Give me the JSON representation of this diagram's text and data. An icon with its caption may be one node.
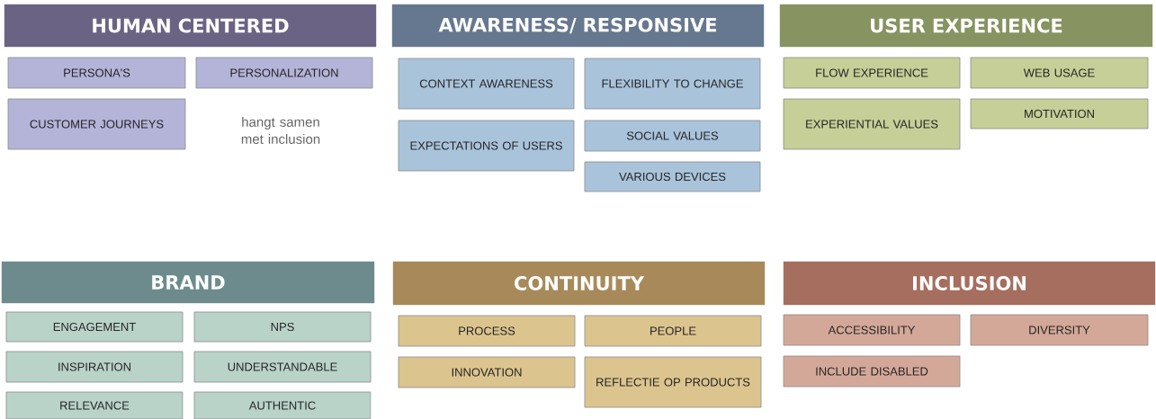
{
  "diagram": {
    "nodes": [
      {
        "text": [
          "HUMAN CENTERED"
        ]
      },
      {
        "text": [
          "PERSONA'S"
        ]
      },
      {
        "text": [
          "PERSONALIZATION"
        ]
      },
      {
        "text": [
          "CUSTOMER JOURNEYS"
        ]
      },
      {
        "text": [
          "AWARENESS/ RESPONSIVE"
        ]
      },
      {
        "text": [
          "CONTEXT AWARENESS"
        ]
      },
      {
        "text": [
          "FLEXIBILITY TO CHANGE"
        ]
      },
      {
        "text": [
          "EXPECTATIONS OF USERS"
        ]
      },
      {
        "text": [
          "SOCIAL VALUES"
        ]
      },
      {
        "text": [
          "VARIOUS DEVICES"
        ]
      },
      {
        "text": [
          "USER EXPERIENCE"
        ]
      },
      {
        "text": [
          "FLOW EXPERIENCE"
        ]
      },
      {
        "text": [
          "WEB USAGE"
        ]
      },
      {
        "text": [
          "EXPERIENTIAL VALUES"
        ]
      },
      {
        "text": [
          "MOTIVATION"
        ]
      },
      {
        "text": [
          "BRAND"
        ]
      },
      {
        "text": [
          "ENGAGEMENT"
        ]
      },
      {
        "text": [
          "NPS"
        ]
      },
      {
        "text": [
          "INSPIRATION"
        ]
      },
      {
        "text": [
          "UNDERSTANDABLE"
        ]
      },
      {
        "text": [
          "RELEVANCE"
        ]
      },
      {
        "text": [
          "AUTHENTIC"
        ]
      },
      {
        "text": [
          "CONTINUITY"
        ]
      },
      {
        "text": [
          "PROCESS"
        ]
      },
      {
        "text": [
          "PEOPLE"
        ]
      },
      {
        "text": [
          "INNOVATION"
        ]
      },
      {
        "text": [
          "REFLECTIE OP PRODUCTS"
        ]
      },
      {
        "text": [
          "INCLUSION"
        ]
      },
      {
        "text": [
          "ACCESSIBILITY"
        ]
      },
      {
        "text": [
          "DIVERSITY"
        ]
      },
      {
        "text": [
          "INCLUDE DISABLED"
        ]
      }
    ],
    "labels": [
      "hangt samen met inclusion"
    ]
  }
}
